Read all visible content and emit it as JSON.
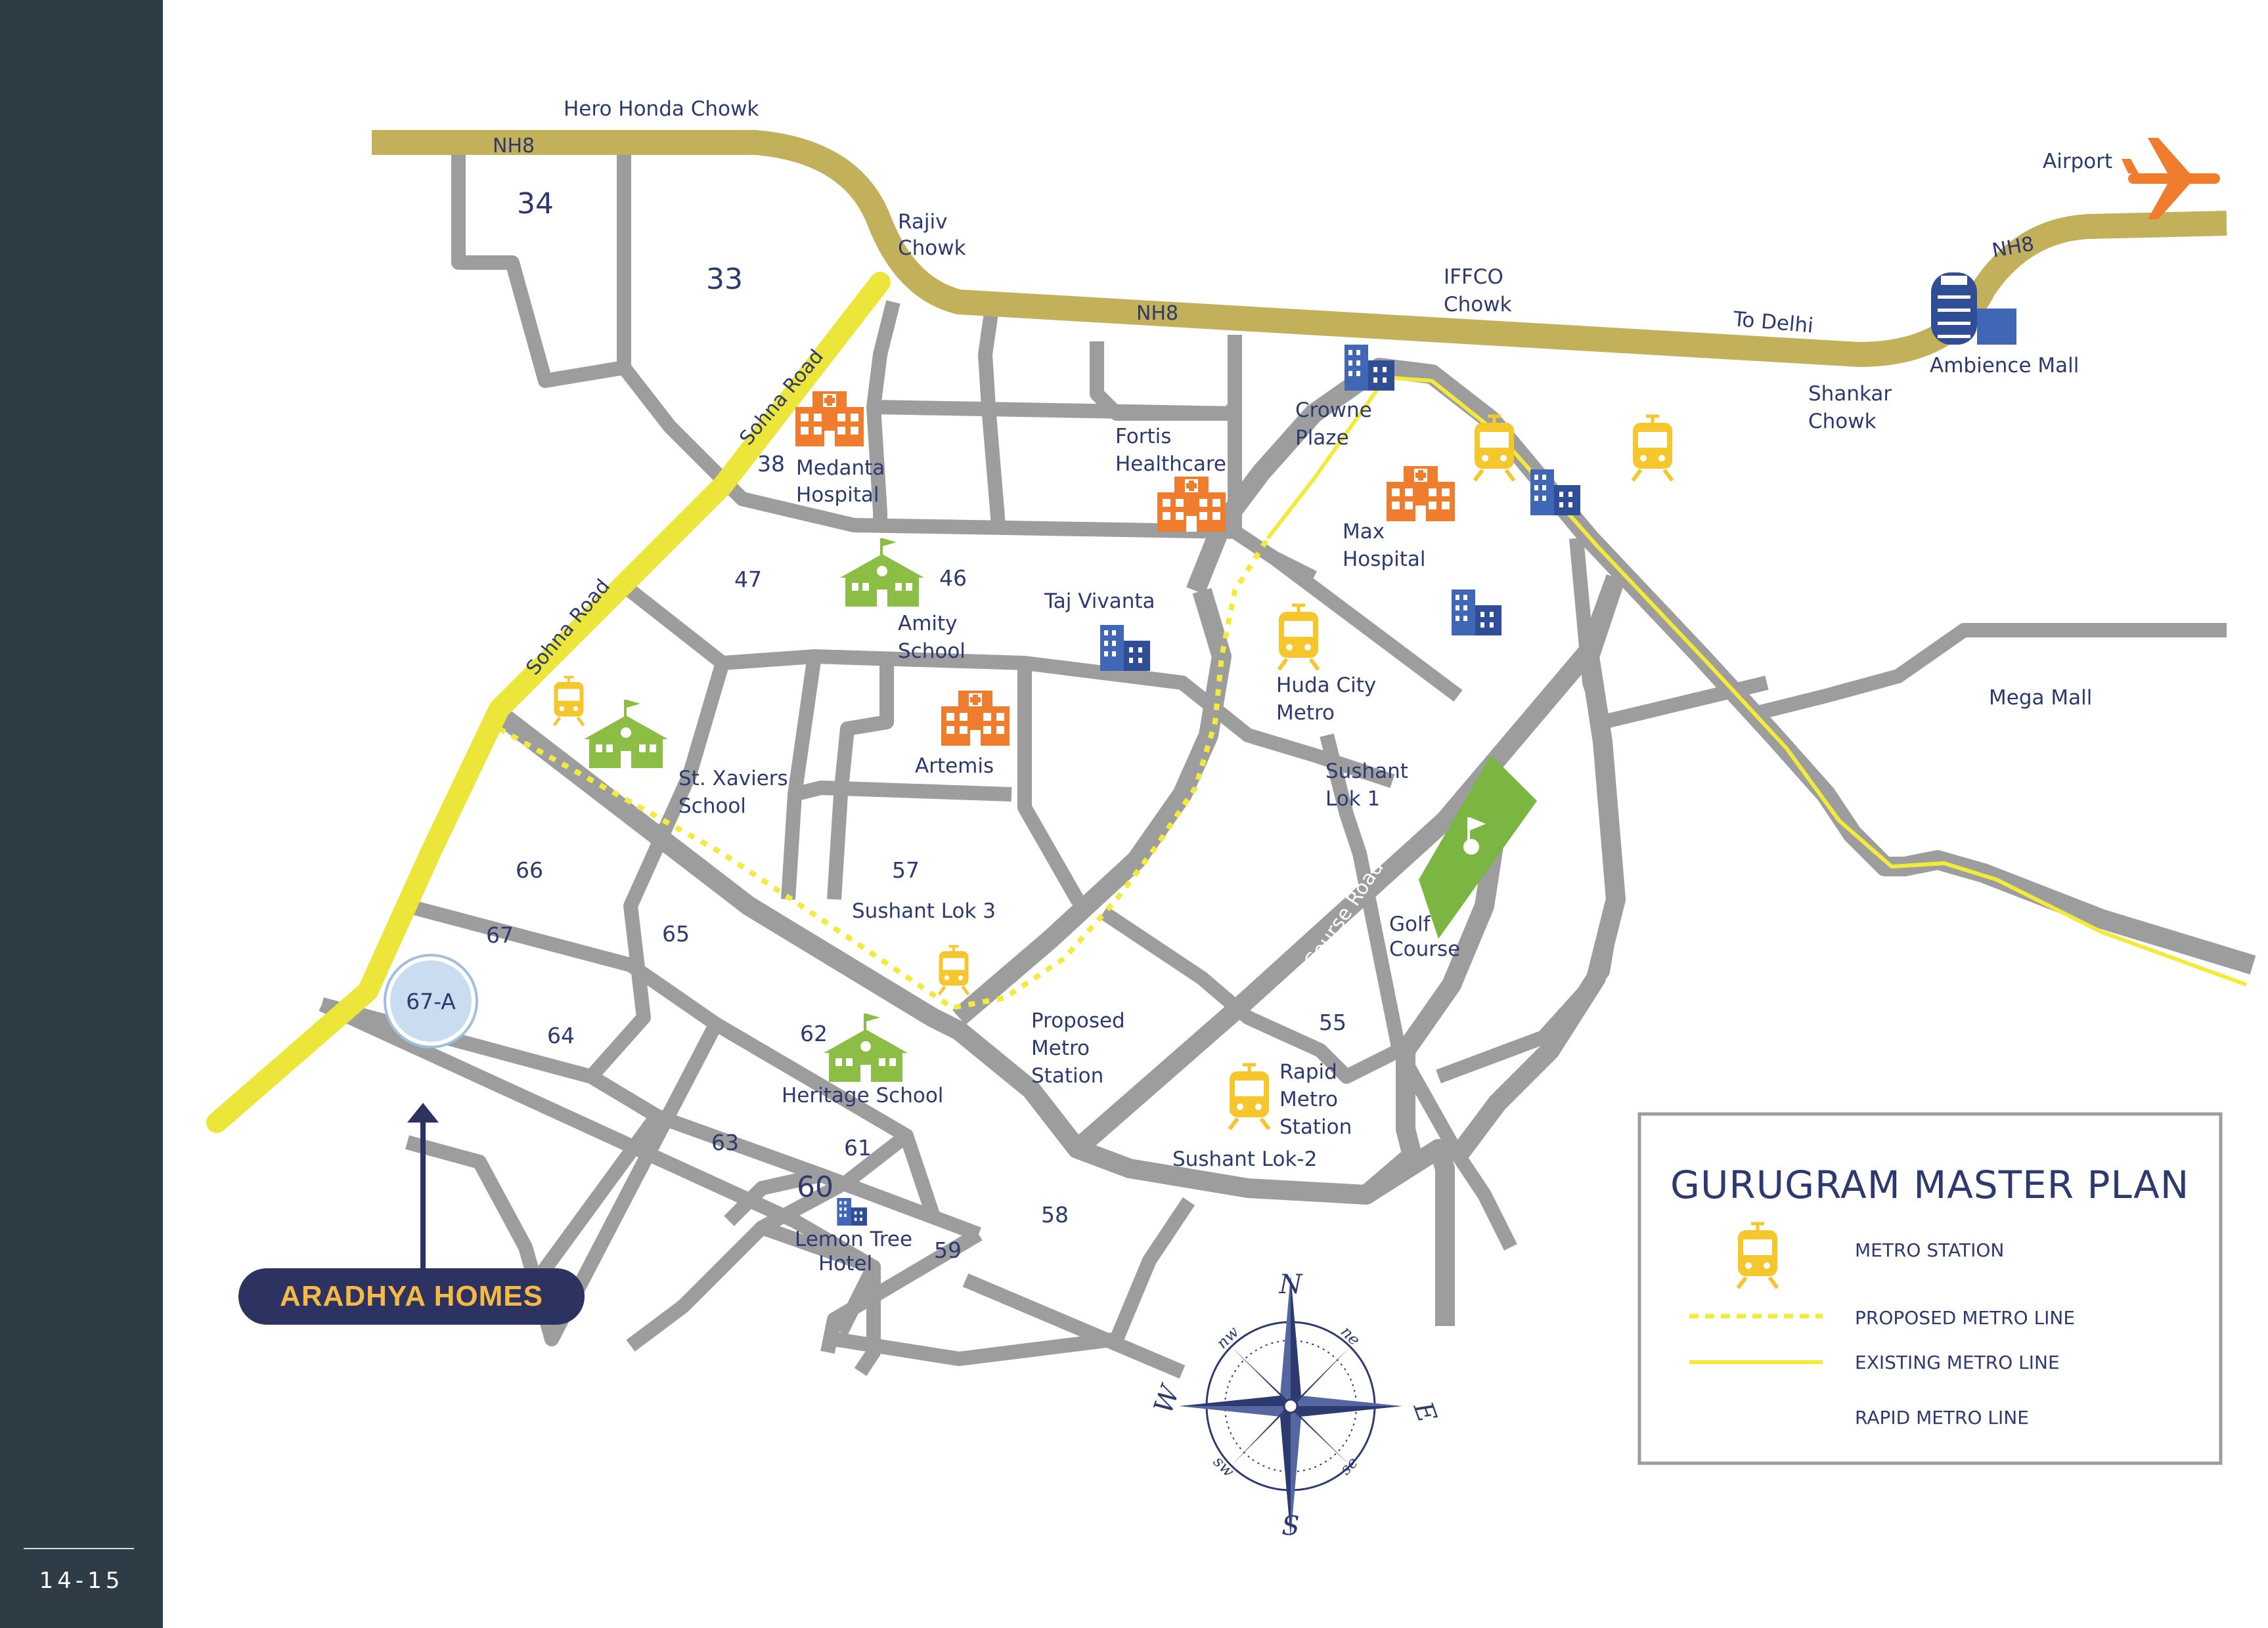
{
  "page_number": "14-15",
  "highlight_sector": "67-A",
  "project_label": "ARADHYA HOMES",
  "roads": {
    "nh8_left": "NH8",
    "nh8_mid": "NH8",
    "nh8_right": "NH8",
    "sohna_upper": "Sohna Road",
    "sohna_lower": "Sohna Road",
    "golf_course_road": "Golf Course Road"
  },
  "places": {
    "hero_honda": "Hero Honda Chowk",
    "rajiv_1": "Rajiv",
    "rajiv_2": "Chowk",
    "iffco_1": "IFFCO",
    "iffco_2": "Chowk",
    "to_delhi": "To Delhi",
    "airport": "Airport",
    "ambience": "Ambience Mall",
    "shankar_1": "Shankar",
    "shankar_2": "Chowk",
    "crowne_1": "Crowne",
    "crowne_2": "Plaze",
    "fortis_1": "Fortis",
    "fortis_2": "Healthcare",
    "medanta_1": "Medanta",
    "medanta_2": "Hospital",
    "max_1": "Max",
    "max_2": "Hospital",
    "amity_1": "Amity",
    "amity_2": "School",
    "taj": "Taj Vivanta",
    "huda_1": "Huda City",
    "huda_2": "Metro",
    "mega": "Mega Mall",
    "artemis": "Artemis",
    "xaviers_1": "St. Xaviers",
    "xaviers_2": "School",
    "sushant1_1": "Sushant",
    "sushant1_2": "Lok 1",
    "sushant3": "Sushant Lok 3",
    "golf_1": "Golf",
    "golf_2": "Course",
    "proposed_1": "Proposed",
    "proposed_2": "Metro",
    "proposed_3": "Station",
    "rapid_1": "Rapid",
    "rapid_2": "Metro",
    "rapid_3": "Station",
    "heritage": "Heritage School",
    "sushant2": "Sushant Lok-2",
    "lemon_1": "Lemon Tree",
    "lemon_2": "Hotel"
  },
  "sectors": {
    "s34": "34",
    "s33": "33",
    "s38": "38",
    "s47": "47",
    "s46": "46",
    "s57": "57",
    "s66": "66",
    "s67": "67",
    "s65": "65",
    "s64": "64",
    "s62": "62",
    "s63": "63",
    "s61": "61",
    "s60": "60",
    "s59": "59",
    "s58": "58",
    "s55": "55"
  },
  "compass": {
    "n": "N",
    "s": "S",
    "e": "E",
    "w": "W",
    "nw": "nw",
    "ne": "ne",
    "sw": "sw",
    "se": "se"
  },
  "legend": {
    "title": "GURUGRAM MASTER PLAN",
    "metro_station": "METRO STATION",
    "proposed_line": "PROPOSED METRO LINE",
    "existing_line": "EXISTING METRO LINE",
    "rapid_line": "RAPID METRO LINE"
  },
  "colors": {
    "sidebar": "#2e3c46",
    "highway": "#c3b05b",
    "sohna_road": "#ede63a",
    "street": "#9d9d9d",
    "metro_line": "#f4ea3c",
    "hospital": "#ef7d2d",
    "school": "#8cbe45",
    "building": "#3f67b5",
    "metro_icon": "#f5c72c",
    "label": "#2d3a70",
    "golf": "#7cb642",
    "marker_circle": "#c9dcf0",
    "project_badge": "#2d3360",
    "project_text": "#f5b944"
  },
  "icons": {
    "hospital": "hospital-icon",
    "school": "school-icon",
    "building": "building-icon",
    "metro": "metro-train-icon",
    "airport": "airplane-icon",
    "mall": "mall-icon",
    "golf": "golf-flag-icon",
    "compass": "compass-rose-icon"
  }
}
